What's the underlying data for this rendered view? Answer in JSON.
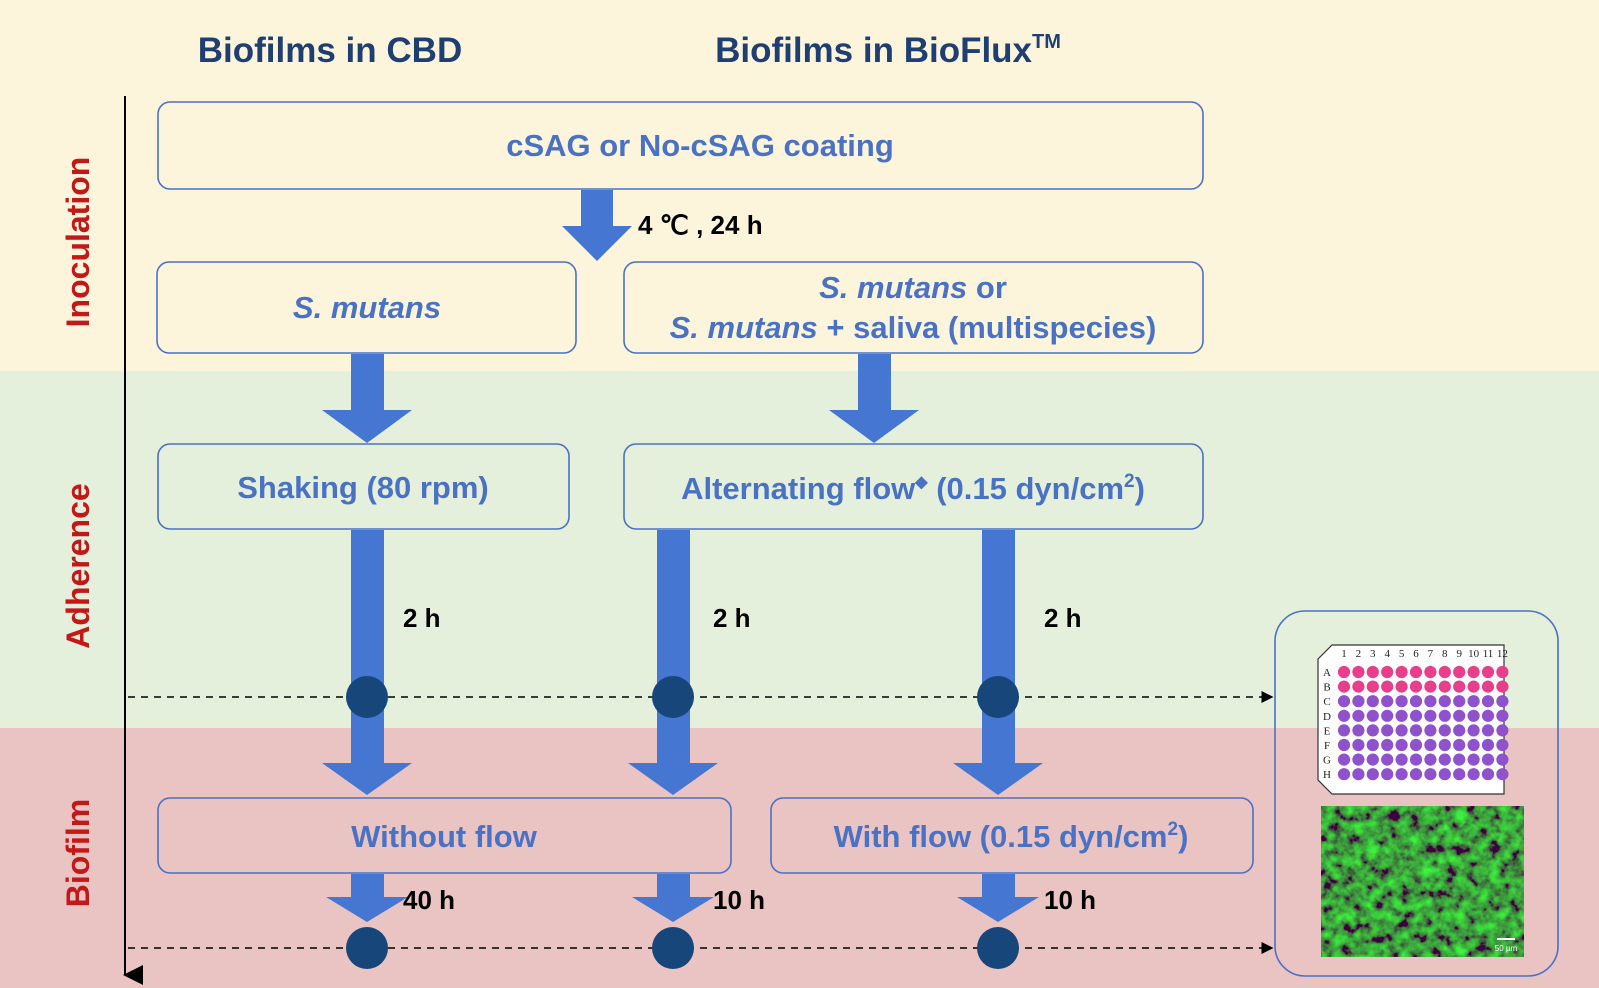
{
  "headers": {
    "cbd": "Biofilms in CBD",
    "bioflux": "Biofilms in BioFlux",
    "bioflux_tm": "TM"
  },
  "phases": {
    "inoculation": "Inoculation",
    "adherence": "Adherence",
    "biofilm": "Biofilm"
  },
  "boxes": {
    "coating": "cSAG or No-cSAG coating",
    "smutans_cbd": "S. mutans",
    "bioflux_strain_line1_italic": "S. mutans",
    "bioflux_strain_line1_rest": " or",
    "bioflux_strain_line2_italic": "S. mutans",
    "bioflux_strain_line2_rest": " + saliva (multispecies)",
    "shaking": "Shaking (80 rpm)",
    "alt_flow": "Alternating flow",
    "alt_flow_mark": "◆",
    "alt_flow_rest": " (0.15 dyn/cm",
    "alt_flow_sup": "2",
    "alt_flow_close": ")",
    "without_flow": "Without flow",
    "with_flow": "With flow (0.15 dyn/cm",
    "with_flow_sup": "2",
    "with_flow_close": ")"
  },
  "labels": {
    "coating_condition": "4 ℃ , 24 h",
    "adh_time_cbd": "2 h",
    "adh_time_bf1": "2 h",
    "adh_time_bf2": "2 h",
    "bio_time_cbd": "40 h",
    "bio_time_bf1": "10 h",
    "bio_time_bf2": "10 h"
  },
  "plate": {
    "columns": [
      "1",
      "2",
      "3",
      "4",
      "5",
      "6",
      "7",
      "8",
      "9",
      "10",
      "11",
      "12"
    ],
    "rows": [
      "A",
      "B",
      "C",
      "D",
      "E",
      "F",
      "G",
      "H"
    ],
    "pink_rows": [
      "A",
      "B"
    ],
    "scale_label": "50 µm"
  },
  "colors": {
    "band_inoculation": "#fcf5dc",
    "band_adherence": "#e4efdc",
    "band_biofilm": "#eac3c3",
    "arrow": "#4576d2",
    "node": "#16467a",
    "box_border": "#4a72c4",
    "box_text": "#4a72c4",
    "header": "#1f3f73",
    "phase_label": "#c21818",
    "well_pink": "#e83e8c",
    "well_purple": "#8f52cc",
    "micrograph": "#1c9a1c"
  }
}
